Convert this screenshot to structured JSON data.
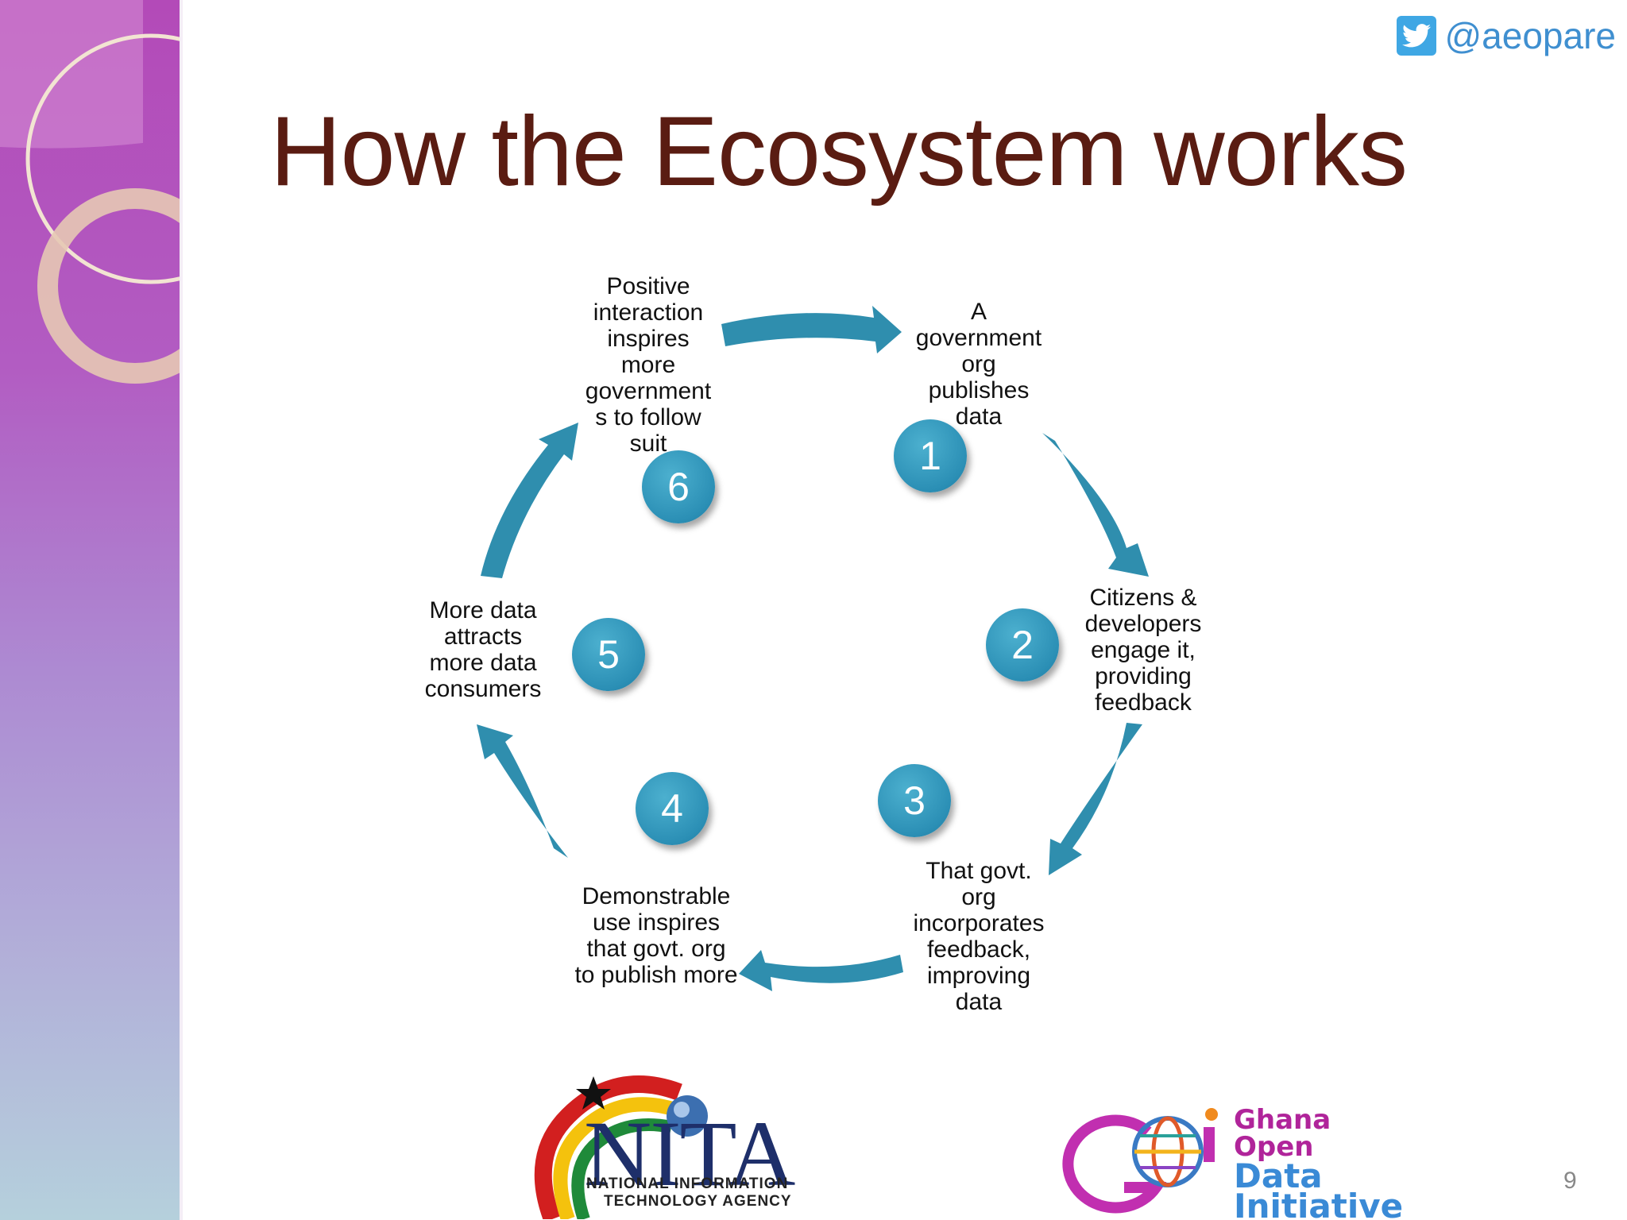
{
  "slide": {
    "title": "How the Ecosystem works",
    "twitter_handle": "@aeopare",
    "page_number": "9"
  },
  "cycle": {
    "steps": [
      {
        "number": "1",
        "label": "A\ngovernment\norg\npublishes\ndata"
      },
      {
        "number": "2",
        "label": "Citizens &\ndevelopers\nengage it,\nproviding\nfeedback"
      },
      {
        "number": "3",
        "label": "That govt.\norg\nincorporates\nfeedback,\nimproving\ndata"
      },
      {
        "number": "4",
        "label": "Demonstrable\nuse inspires\nthat govt. org\nto publish more"
      },
      {
        "number": "5",
        "label": "More data\nattracts\nmore data\nconsumers"
      },
      {
        "number": "6",
        "label": "Positive\ninteraction\ninspires\nmore\ngovernment\ns to follow\nsuit"
      }
    ],
    "arrow_color": "#2f8eae"
  },
  "logos": {
    "nita": {
      "name": "NITA",
      "line1": "NATIONAL INFORMATION",
      "line2": "TECHNOLOGY AGENCY"
    },
    "godi": {
      "words": [
        "Ghana",
        "Open",
        "Data",
        "Initiative"
      ]
    }
  },
  "colors": {
    "title": "#5a1c12",
    "circle": "#2b8fb5",
    "twitter": "#3fa7e4"
  }
}
